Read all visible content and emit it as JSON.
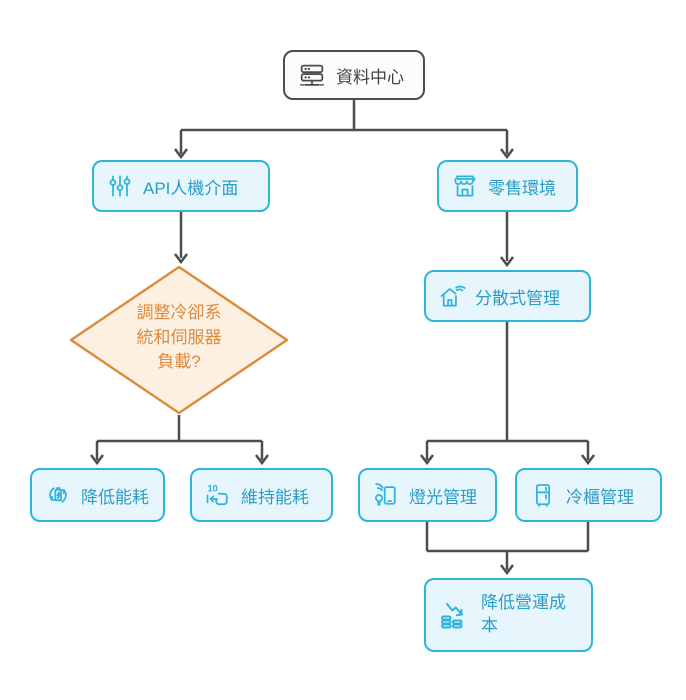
{
  "diagram": {
    "title": "data-center-flowchart",
    "nodes": {
      "data_center": {
        "label": "資料中心",
        "icon": "server-icon"
      },
      "api_interface": {
        "label": "API人機介面",
        "icon": "sliders-icon"
      },
      "retail_env": {
        "label": "零售環境",
        "icon": "storefront-icon"
      },
      "decision": {
        "label": "調整冷卻系統和伺服器負載?",
        "icon": null
      },
      "distributed_mgmt": {
        "label": "分散式管理",
        "icon": "smart-home-icon"
      },
      "reduce_energy": {
        "label": "降低能耗",
        "icon": "battery-recycle-icon"
      },
      "maintain_energy": {
        "label": "維持能耗",
        "icon": "replay-10-icon"
      },
      "lighting_mgmt": {
        "label": "燈光管理",
        "icon": "smart-light-icon"
      },
      "fridge_mgmt": {
        "label": "冷櫃管理",
        "icon": "fridge-icon"
      },
      "reduce_costs": {
        "label": "降低營運成本",
        "icon": "cost-down-icon"
      }
    },
    "edges": [
      {
        "from": "data_center",
        "to": "api_interface"
      },
      {
        "from": "data_center",
        "to": "retail_env"
      },
      {
        "from": "api_interface",
        "to": "decision"
      },
      {
        "from": "retail_env",
        "to": "distributed_mgmt"
      },
      {
        "from": "decision",
        "to": "reduce_energy"
      },
      {
        "from": "decision",
        "to": "maintain_energy"
      },
      {
        "from": "distributed_mgmt",
        "to": "lighting_mgmt"
      },
      {
        "from": "distributed_mgmt",
        "to": "fridge_mgmt"
      },
      {
        "from": "lighting_mgmt",
        "to": "reduce_costs"
      },
      {
        "from": "fridge_mgmt",
        "to": "reduce_costs"
      }
    ],
    "colors": {
      "accent_cyan": "#2eb4da",
      "cyan_fill": "#e7f6fc",
      "cyan_text": "#2b9dc4",
      "accent_orange": "#dd8a3d",
      "orange_fill": "#fbf0e2",
      "connector_line": "#4d4d4d",
      "neutral_fill": "#fcfcfc",
      "neutral_text": "#424242"
    }
  }
}
